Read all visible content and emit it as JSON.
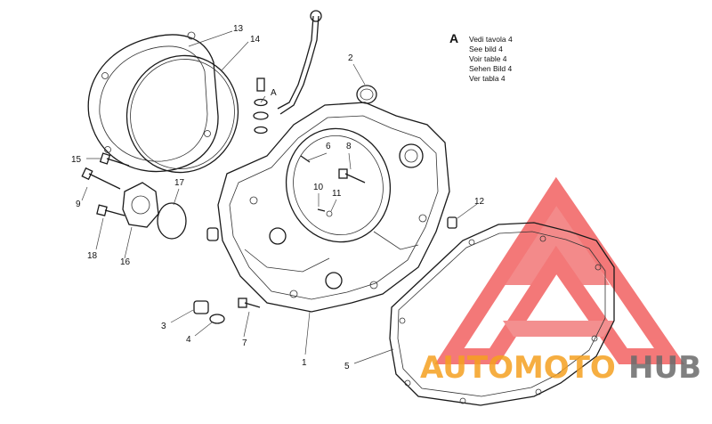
{
  "callouts": [
    {
      "id": "c1",
      "label": "1"
    },
    {
      "id": "c2",
      "label": "2"
    },
    {
      "id": "c3",
      "label": "3"
    },
    {
      "id": "c4",
      "label": "4"
    },
    {
      "id": "c5",
      "label": "5"
    },
    {
      "id": "c6",
      "label": "6"
    },
    {
      "id": "c7",
      "label": "7"
    },
    {
      "id": "c8",
      "label": "8"
    },
    {
      "id": "c9",
      "label": "9"
    },
    {
      "id": "c10",
      "label": "10"
    },
    {
      "id": "c11",
      "label": "11"
    },
    {
      "id": "c12",
      "label": "12"
    },
    {
      "id": "c13",
      "label": "13"
    },
    {
      "id": "c14",
      "label": "14"
    },
    {
      "id": "c15",
      "label": "15"
    },
    {
      "id": "c16",
      "label": "16"
    },
    {
      "id": "c17",
      "label": "17"
    },
    {
      "id": "c18",
      "label": "18"
    },
    {
      "id": "cA",
      "label": "A"
    }
  ],
  "reference_note": {
    "letter": "A",
    "lines": [
      "Vedi tavola 4",
      "See bild 4",
      "Voir table 4",
      "Sehen Bild 4",
      "Ver tabla 4"
    ]
  },
  "watermark": {
    "text_part1": "AUTOMOTO",
    "text_part2": "HUB",
    "colors": {
      "triangle": "#ef3b3b",
      "text_orange": "#f4a020",
      "text_gray": "#6a6a6a"
    }
  }
}
